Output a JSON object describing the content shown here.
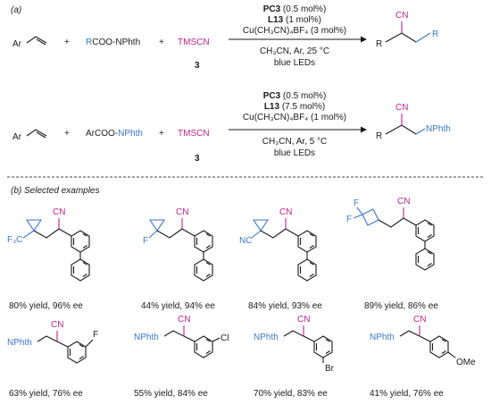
{
  "panel_a": {
    "label": "(a)",
    "reaction1": {
      "substrate1": {
        "ar": "Ar"
      },
      "plus1": "+",
      "substrate2": {
        "r": "R",
        "rest": "COO-NPhth"
      },
      "plus2": "+",
      "reagent": "TMSCN",
      "reagent_number": "3",
      "conditions_top": [
        {
          "bold": "PC3",
          "rest": " (0.5 mol%)"
        },
        {
          "bold": "L13",
          "rest": " (1 mol%)"
        },
        {
          "bold": "",
          "rest": "Cu(CH₃CN)₄BF₄ (3 mol%)"
        }
      ],
      "conditions_bottom": [
        "CH₃CN, Ar, 25 °C",
        "blue LEDs"
      ],
      "product": {
        "cn": "CN",
        "r_left": "R",
        "r_right": "R"
      }
    },
    "reaction2": {
      "substrate1": {
        "ar": "Ar"
      },
      "plus1": "+",
      "substrate2": {
        "prefix": "ArCOO-",
        "nphth": "NPhth"
      },
      "plus2": "+",
      "reagent": "TMSCN",
      "reagent_number": "3",
      "conditions_top": [
        {
          "bold": "PC3",
          "rest": " (0.5 mol%)"
        },
        {
          "bold": "L13",
          "rest": " (7.5 mol%)"
        },
        {
          "bold": "",
          "rest": "Cu(CH₃CN)₄BF₄ (1 mol%)"
        }
      ],
      "conditions_bottom": [
        "CH₃CN, Ar, 5 °C",
        "blue LEDs"
      ],
      "product": {
        "cn": "CN",
        "r_left": "R",
        "nphth": "NPhth"
      }
    }
  },
  "panel_b": {
    "label": "(b) Selected examples",
    "row1": [
      {
        "group": "F₃C",
        "cn": "CN",
        "result": "80% yield, 96% ee"
      },
      {
        "group": "F",
        "cn": "CN",
        "result": "44% yield, 94% ee"
      },
      {
        "group": "NC",
        "cn": "CN",
        "result": "84% yield, 93% ee"
      },
      {
        "group_f1": "F",
        "group_f2": "F",
        "cn": "CN",
        "result": "89% yield, 86% ee"
      }
    ],
    "row2": [
      {
        "nphth": "NPhth",
        "cn": "CN",
        "sub": "F",
        "result": "63% yield, 76% ee"
      },
      {
        "nphth": "NPhth",
        "cn": "CN",
        "sub": "Cl",
        "result": "55% yield, 84% ee"
      },
      {
        "nphth": "NPhth",
        "cn": "CN",
        "sub": "Br",
        "result": "70% yield, 83% ee"
      },
      {
        "nphth": "NPhth",
        "cn": "CN",
        "sub": "OMe",
        "result": "41% yield, 76% ee"
      }
    ]
  },
  "colors": {
    "nitrile": "#c0238c",
    "radical_group": "#3a77c9",
    "text": "#1a1a1a"
  }
}
